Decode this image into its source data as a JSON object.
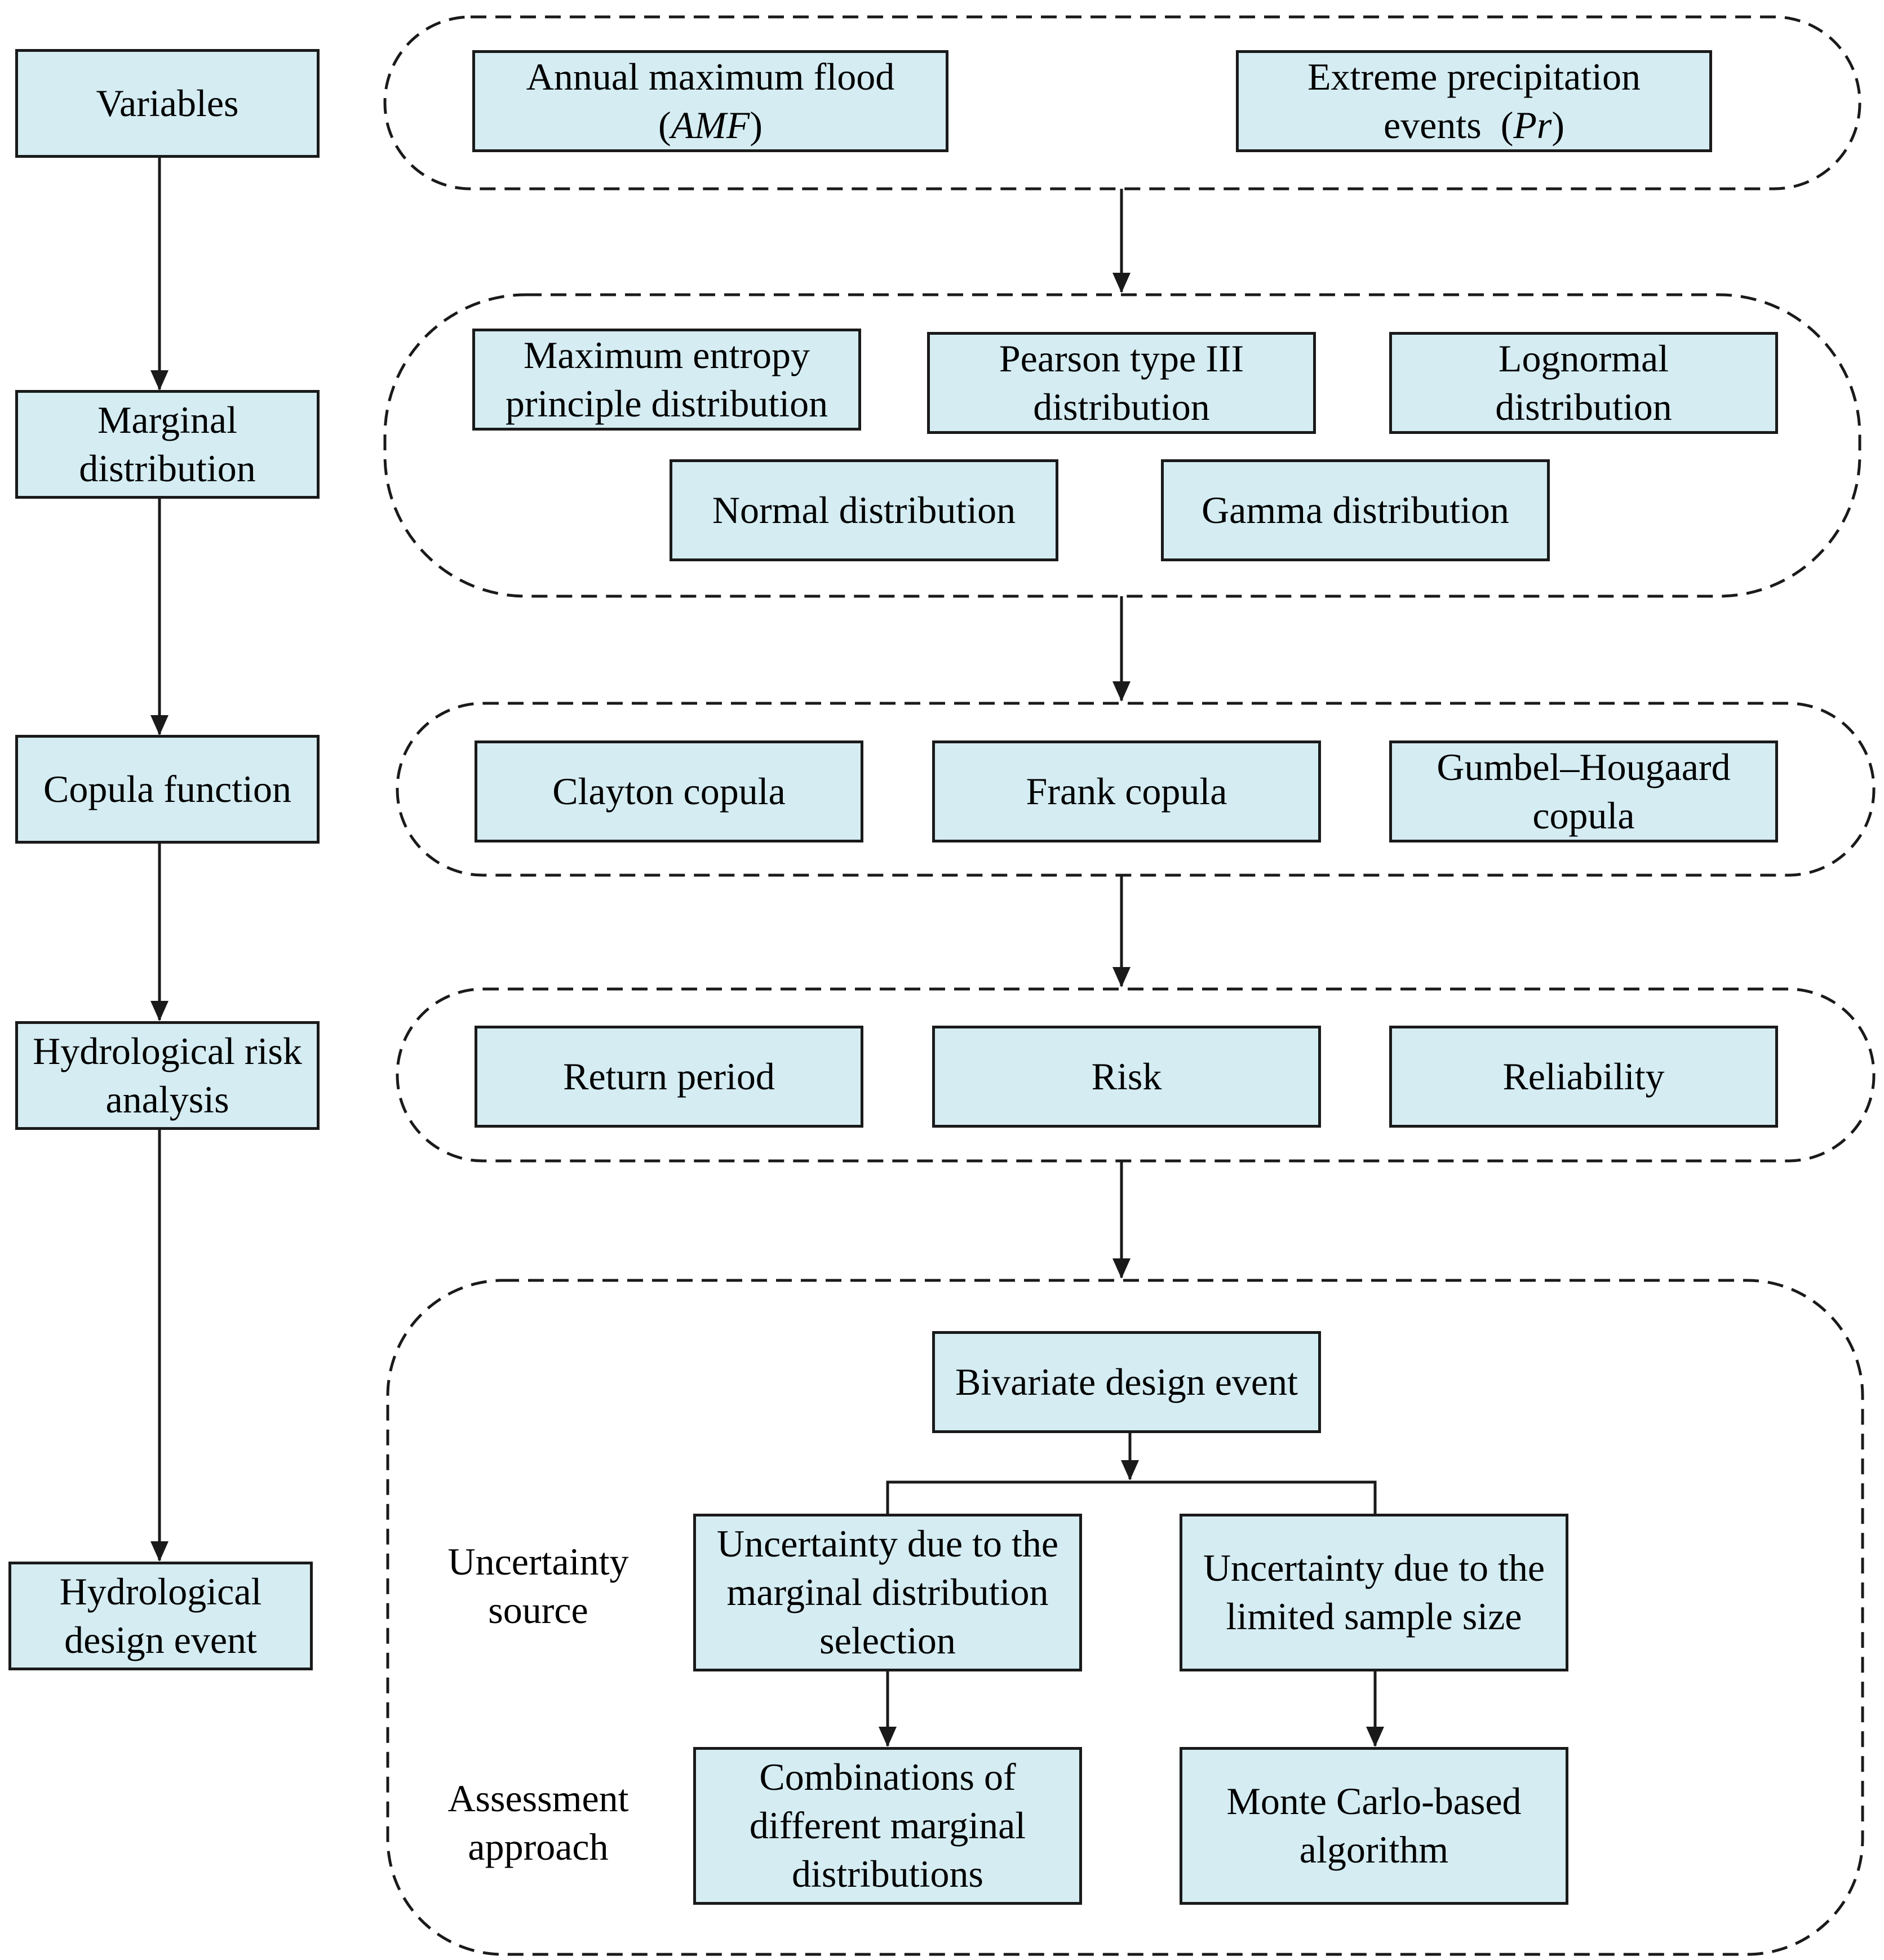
{
  "stages": [
    {
      "id": "variables",
      "label": "Variables"
    },
    {
      "id": "marginal",
      "label": "Marginal\ndistribution"
    },
    {
      "id": "copula",
      "label": "Copula function"
    },
    {
      "id": "risk",
      "label": "Hydrological risk\nanalysis"
    },
    {
      "id": "design",
      "label": "Hydrological\ndesign event"
    }
  ],
  "variables": {
    "amf": {
      "line1": "Annual maximum flood",
      "abbr": "AMF"
    },
    "pr": {
      "line1": "Extreme precipitation",
      "line2": "events",
      "abbr": "Pr"
    }
  },
  "marginal_distributions": [
    "Maximum entropy\nprinciple distribution",
    "Pearson type III\ndistribution",
    "Lognormal\ndistribution",
    "Normal distribution",
    "Gamma distribution"
  ],
  "copulas": [
    "Clayton copula",
    "Frank copula",
    "Gumbel–Hougaard\ncopula"
  ],
  "risk_measures": [
    "Return period",
    "Risk",
    "Reliability"
  ],
  "design_event": {
    "title": "Bivariate design event",
    "uncertainty_source_label": "Uncertainty\nsource",
    "assessment_approach_label": "Assessment\napproach",
    "sources": [
      "Uncertainty due to the\nmarginal distribution\nselection",
      "Uncertainty due to the\nlimited sample size"
    ],
    "approaches": [
      "Combinations of\ndifferent marginal\ndistributions",
      "Monte Carlo-based\nalgorithm"
    ]
  },
  "colors": {
    "box_fill": "#d4ecf2",
    "stroke": "#1a1a1a"
  }
}
